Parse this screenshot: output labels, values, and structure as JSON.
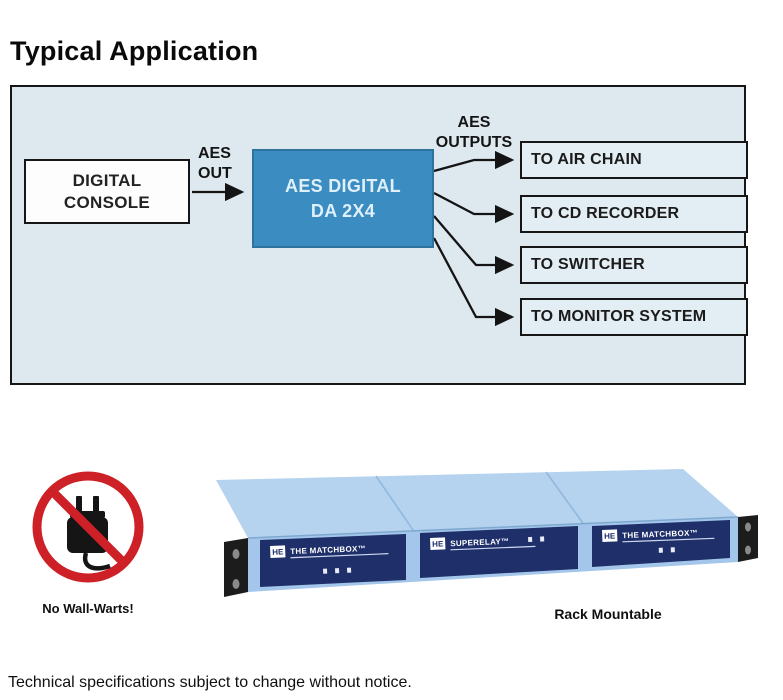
{
  "page": {
    "title": "Typical Application",
    "footer_note": "Technical specifications subject to change without notice."
  },
  "diagram": {
    "console": {
      "line1": "DIGITAL",
      "line2": "CONSOLE"
    },
    "aes_out": {
      "line1": "AES",
      "line2": "OUT"
    },
    "da": {
      "line1": "AES DIGITAL",
      "line2": "DA 2X4"
    },
    "aes_outputs": {
      "line1": "AES",
      "line2": "OUTPUTS"
    },
    "outputs": [
      {
        "label": "TO AIR CHAIN"
      },
      {
        "label": "TO CD RECORDER"
      },
      {
        "label": "TO SWITCHER"
      },
      {
        "label": "TO MONITOR SYSTEM"
      }
    ]
  },
  "bottom": {
    "no_wall_warts_caption": "No Wall-Warts!",
    "rack_caption": "Rack Mountable",
    "rack": {
      "logo": "HE",
      "left_panel": "THE MATCHBOX™",
      "center_panel": "SUPERELAY™",
      "right_panel": "THE MATCHBOX™"
    }
  },
  "colors": {
    "panel_bg": "#dde8ef",
    "da_blue": "#3a8cc1",
    "prohibit_red": "#ce2027",
    "rack_top_blue": "#b5d2ef",
    "rack_front_blue": "#a3c6ea",
    "rack_panel_navy": "#1e2f6a"
  }
}
